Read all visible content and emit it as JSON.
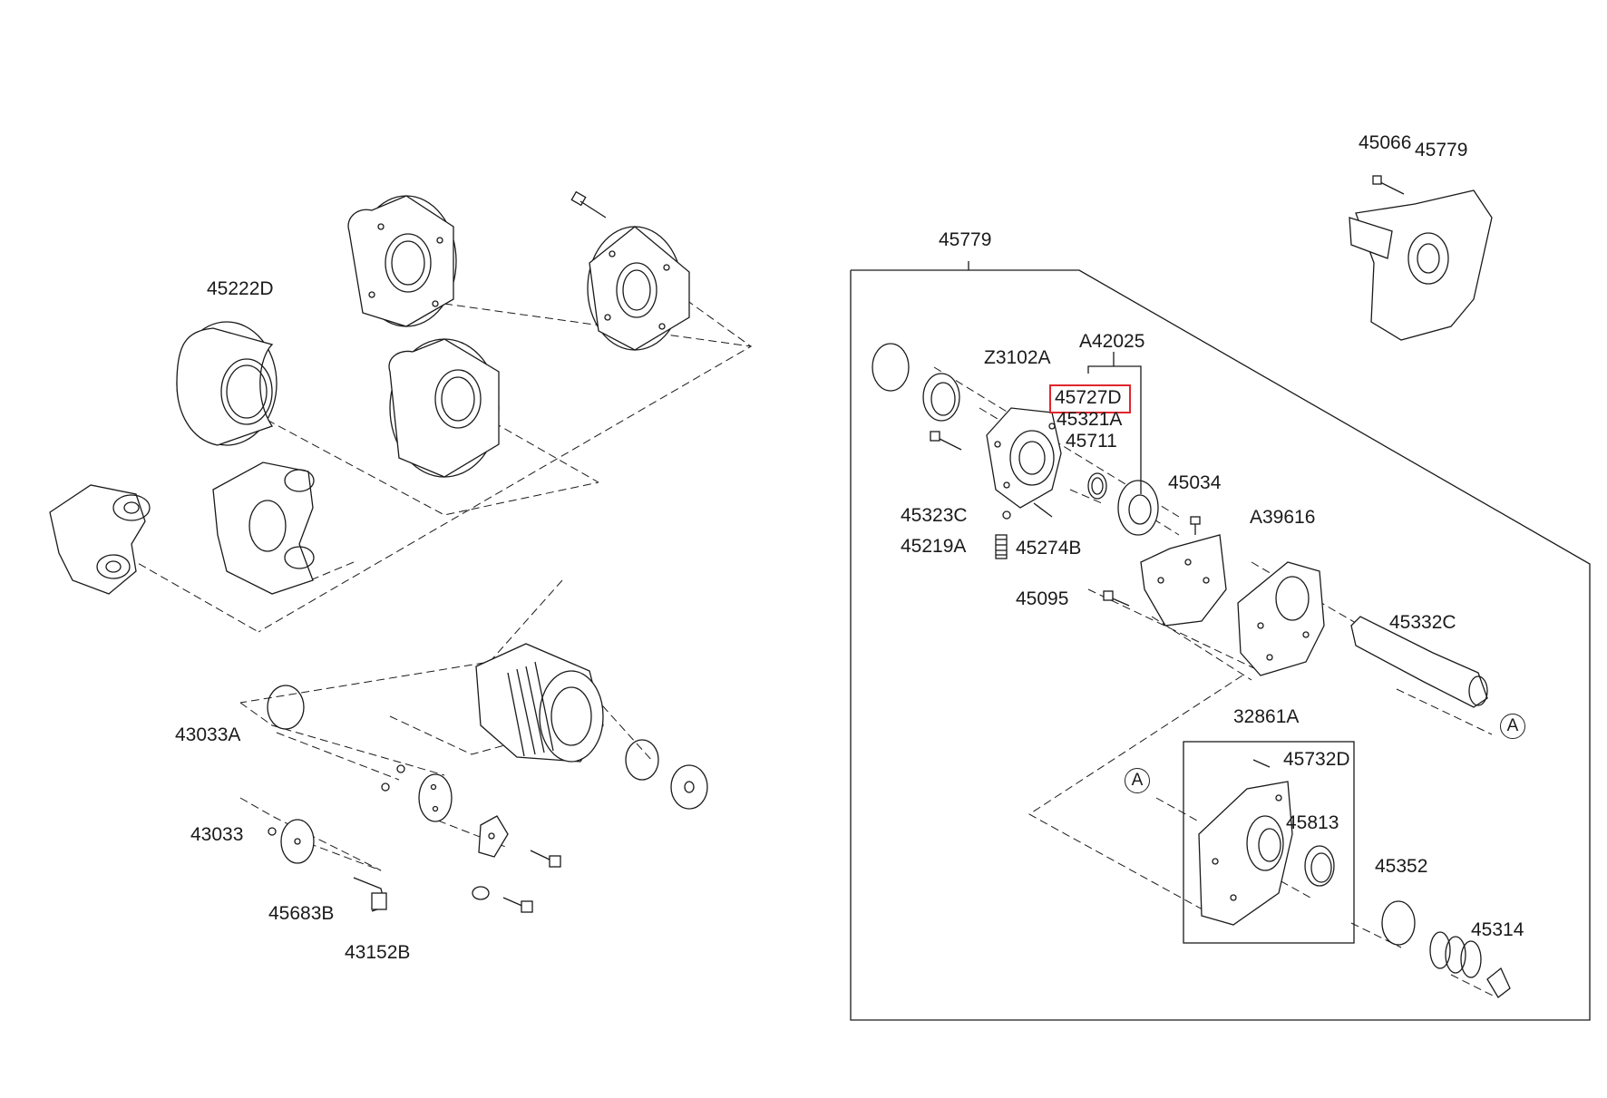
{
  "diagram": {
    "labels": {
      "p45222D": "45222D",
      "p43033A": "43033A",
      "p43033": "43033",
      "p45683B": "45683B",
      "p43152B": "43152B",
      "p45779_main": "45779",
      "p45066": "45066",
      "p45779_top": "45779",
      "pZ3102A": "Z3102A",
      "pA42025": "A42025",
      "p45727D": "45727D",
      "p45321A": "45321A",
      "p45711": "45711",
      "p45034": "45034",
      "pA39616": "A39616",
      "p45323C": "45323C",
      "p45219A": "45219A",
      "p45274B": "45274B",
      "p45095": "45095",
      "p45332C": "45332C",
      "p32861A": "32861A",
      "p45732D": "45732D",
      "p45813": "45813",
      "p45352": "45352",
      "p45314": "45314"
    },
    "ref_markers": {
      "ref_a_right": "A",
      "ref_a_left": "A"
    },
    "highlighted_part": "45727D",
    "highlight_color": "#e0262c",
    "line_color": "#1a1a1a"
  }
}
